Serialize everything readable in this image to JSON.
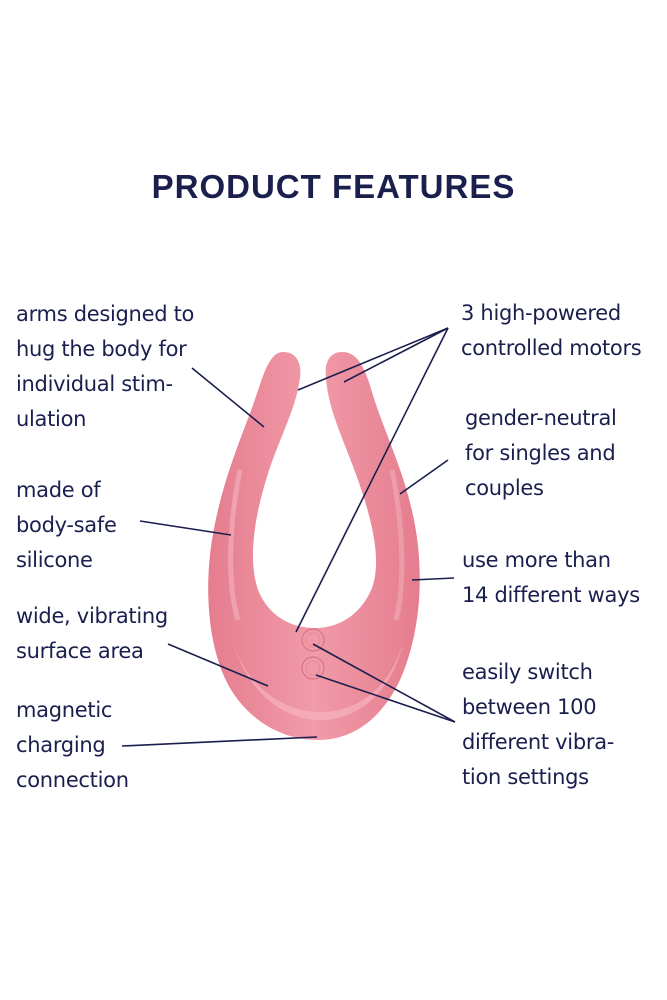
{
  "title": "PRODUCT FEATURES",
  "colors": {
    "text": "#1a1f4e",
    "product_pink": "#ec8a9a",
    "product_highlight": "#f4a9b6",
    "background": "#ffffff"
  },
  "features_left": [
    {
      "id": "arms",
      "lines": [
        "arms designed to",
        "hug the body for",
        "individual stim-",
        "ulation"
      ]
    },
    {
      "id": "silicone",
      "lines": [
        "made of",
        "body-safe",
        "silicone"
      ]
    },
    {
      "id": "surface",
      "lines": [
        "wide, vibrating",
        "surface area"
      ]
    },
    {
      "id": "charging",
      "lines": [
        "magnetic",
        "charging",
        "connection"
      ]
    }
  ],
  "features_right": [
    {
      "id": "motors",
      "lines": [
        "3 high-powered",
        "controlled motors"
      ]
    },
    {
      "id": "gender",
      "lines": [
        "gender-neutral",
        "for singles and",
        "couples"
      ]
    },
    {
      "id": "ways",
      "lines": [
        "use more than",
        "14 different ways"
      ]
    },
    {
      "id": "settings",
      "lines": [
        "easily switch",
        "between 100",
        "different vibra-",
        "tion settings"
      ]
    }
  ],
  "product": {
    "name": "u-shaped-vibrator-illustration",
    "buttons": 2
  }
}
